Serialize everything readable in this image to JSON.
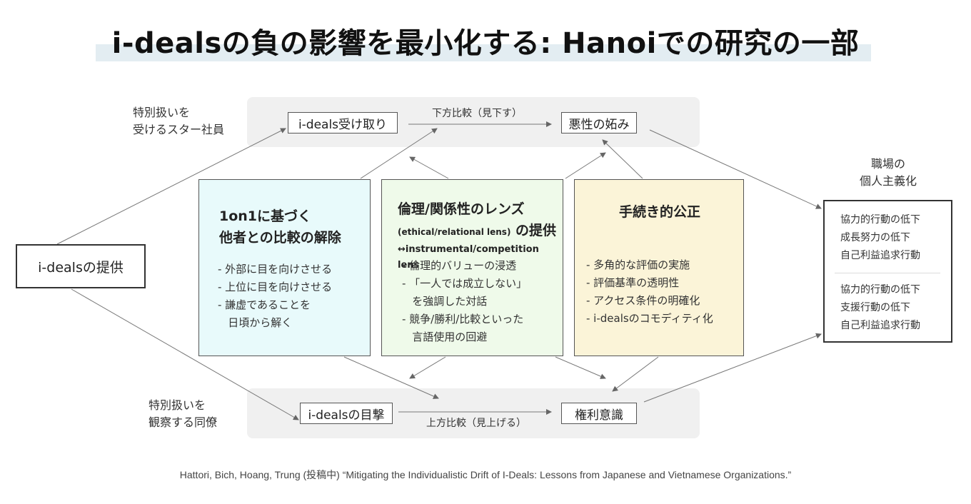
{
  "title": "i-dealsの負の影響を最小化する: Hanoiでの研究の一部",
  "top_group_label": [
    "特別扱いを",
    "受けるスター社員"
  ],
  "bottom_group_label": [
    "特別扱いを",
    "観察する同僚"
  ],
  "right_group_label": [
    "職場の",
    "個人主義化"
  ],
  "nodes": {
    "provision": "i-dealsの提供",
    "receive": "i-deals受け取り",
    "envy": "悪性の妬み",
    "witness": "i-dealsの目撃",
    "entitlement": "権利意識"
  },
  "edge_labels": {
    "downward": "下方比較（見下す）",
    "upward": "上方比較（見上げる）"
  },
  "cards": [
    {
      "title_lines": [
        "1on1に基づく",
        "他者との比較の解除"
      ],
      "items": [
        "- 外部に目を向けさせる",
        "- 上位に目を向けさせる",
        "- 謙虚であることを",
        "   日頃から解く"
      ],
      "color": "#e8fafb"
    },
    {
      "title_line1": "倫理/関係性のレンズ",
      "title_sub": "(ethical/relational lens)",
      "title_tail": " の提供",
      "title_line3": "↔instrumental/competition lens",
      "items": [
        "- 倫理的バリューの浸透",
        "- 「一人では成立しない」",
        "   を強調した対話",
        "- 競争/勝利/比較といった",
        "   言語使用の回避"
      ],
      "color": "#effaea"
    },
    {
      "title_lines": [
        "手続き的公正"
      ],
      "items": [
        "- 多角的な評価の実施",
        "- 評価基準の透明性",
        "- アクセス条件の明確化",
        "- i-dealsのコモディティ化"
      ],
      "color": "#fbf4d8"
    }
  ],
  "outcomes_top": [
    "協力的行動の低下",
    "成長努力の低下",
    "自己利益追求行動"
  ],
  "outcomes_bottom": [
    "協力的行動の低下",
    "支援行動の低下",
    "自己利益追求行動"
  ],
  "citation": "Hattori, Bich, Hoang, Trung (投稿中)  “Mitigating the Individualistic Drift of I-Deals: Lessons from Japanese and Vietnamese Organizations.”"
}
